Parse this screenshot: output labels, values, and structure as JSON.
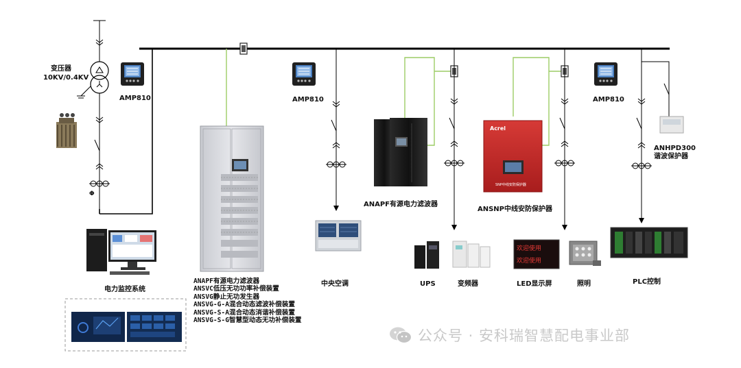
{
  "transformer": {
    "label": "变压器",
    "rating": "10KV/0.4KV"
  },
  "meters": [
    {
      "label": "AMP810"
    },
    {
      "label": "AMP810"
    },
    {
      "label": "AMP810"
    }
  ],
  "monitoring": {
    "label": "电力监控系统"
  },
  "cabinet_devices": [
    "ANAPF有源电力滤波器",
    "ANSVC低压无功功率补偿装置",
    "ANSVG静止无功发生器",
    "ANSVG-G-A混合动态滤波补偿装置",
    "ANSVG-S-A混合动态消谐补偿装置",
    "ANSVG-S-G智慧型动态无功补偿装置"
  ],
  "loads": {
    "hvac": "中央空调",
    "apf": "ANAPF有源电力滤波器",
    "ups": "UPS",
    "vfd": "变频器",
    "ansnp": "ANSNP中线安防保护器",
    "led": "LED显示屏",
    "lighting": "照明",
    "anhpd_model": "ANHPD300",
    "anhpd_name": "谐波保护器",
    "plc": "PLC控制"
  },
  "panel_texts": {
    "brand": "Acrel",
    "ansnp_caption": "SNP中线安防保护器",
    "led_line1": "欢迎使用",
    "led_line2": "欢迎使用"
  },
  "watermark": "公众号 · 安科瑞智慧配电事业部",
  "colors": {
    "bus": "#000000",
    "signal": "#9ccc65",
    "red_device": "#c62828",
    "cabinet": "#d9dadf"
  }
}
